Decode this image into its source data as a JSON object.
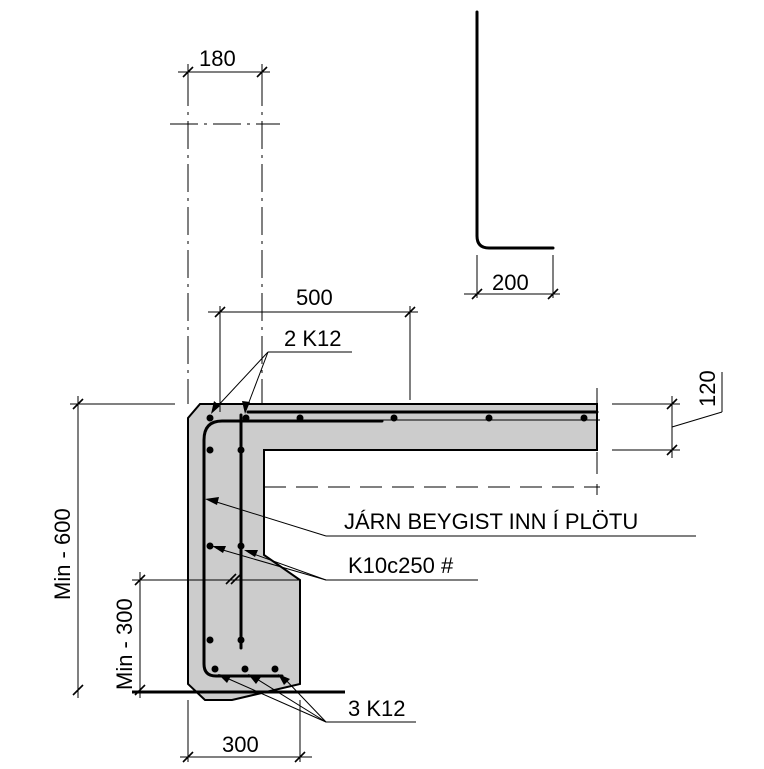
{
  "dimensions": {
    "wall_thickness": "180",
    "hook_length": "200",
    "bar_extension": "500",
    "slab_thickness": "120",
    "total_height": "Min - 600",
    "footing_height": "Min - 300",
    "footing_width": "300"
  },
  "callouts": {
    "top_bars": "2 K12",
    "rebar_into_slab": "JÁRN BEYGIST INN Í PLÖTU",
    "stirrups": "K10c250 #",
    "bottom_bars": "3 K12"
  }
}
